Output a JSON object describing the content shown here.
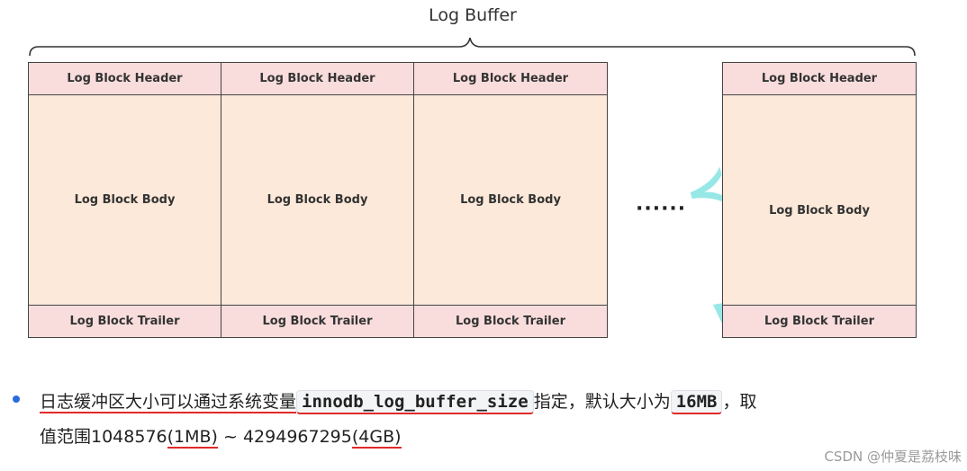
{
  "diagram": {
    "title": "Log Buffer",
    "blocks": [
      {
        "header": "Log Block Header",
        "body": "Log Block Body",
        "trailer": "Log Block Trailer"
      },
      {
        "header": "Log Block Header",
        "body": "Log Block Body",
        "trailer": "Log Block Trailer"
      },
      {
        "header": "Log Block Header",
        "body": "Log Block Body",
        "trailer": "Log Block Trailer"
      },
      {
        "header": "Log Block Header",
        "body": "Log Block Body",
        "trailer": "Log Block Trailer"
      }
    ],
    "ellipsis": "······"
  },
  "note": {
    "part1": "日志缓冲区大小可以通过系统变量",
    "var_name": "innodb_log_buffer_size",
    "part2": "指定，默认大小为",
    "default_size": "16MB",
    "part3": "，取",
    "part4": "值范围1048576",
    "min_label": "(1MB)",
    "part5": " ~ 4294967295",
    "max_label": "(4GB)"
  },
  "credit": "CSDN @仲夏是荔枝味",
  "colors": {
    "header_fill": "#f9dcdc",
    "body_fill": "#fce9d9",
    "border": "#444444",
    "underline": "#e02a2a",
    "bullet": "#2a6cdc"
  }
}
